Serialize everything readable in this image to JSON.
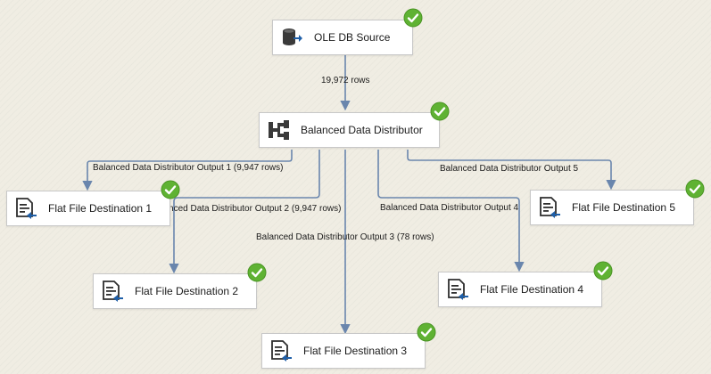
{
  "components": {
    "ole_db_source": {
      "label": "OLE DB Source",
      "status": "success"
    },
    "balanced_data_distributor": {
      "label": "Balanced Data Distributor",
      "status": "success"
    },
    "flat_file_destination_1": {
      "label": "Flat File Destination 1",
      "status": "success"
    },
    "flat_file_destination_2": {
      "label": "Flat File Destination 2",
      "status": "success"
    },
    "flat_file_destination_3": {
      "label": "Flat File Destination 3",
      "status": "success"
    },
    "flat_file_destination_4": {
      "label": "Flat File Destination 4",
      "status": "success"
    },
    "flat_file_destination_5": {
      "label": "Flat File Destination 5",
      "status": "success"
    }
  },
  "flows": {
    "source_to_bdd": "19,972 rows",
    "output_1": "Balanced Data Distributor Output 1 (9,947 rows)",
    "output_2": "Balanced Data Distributor Output 2 (9,947 rows)",
    "output_3": "Balanced Data Distributor Output 3 (78 rows)",
    "output_4": "Balanced Data Distributor Output 4",
    "output_5": "Balanced Data Distributor Output 5"
  },
  "colors": {
    "canvas": "#f0ede3",
    "flow_line": "#6a86ad",
    "success_check": "#5fb233",
    "icon_dark": "#3a3a3a",
    "icon_accent": "#1f5fa8"
  }
}
